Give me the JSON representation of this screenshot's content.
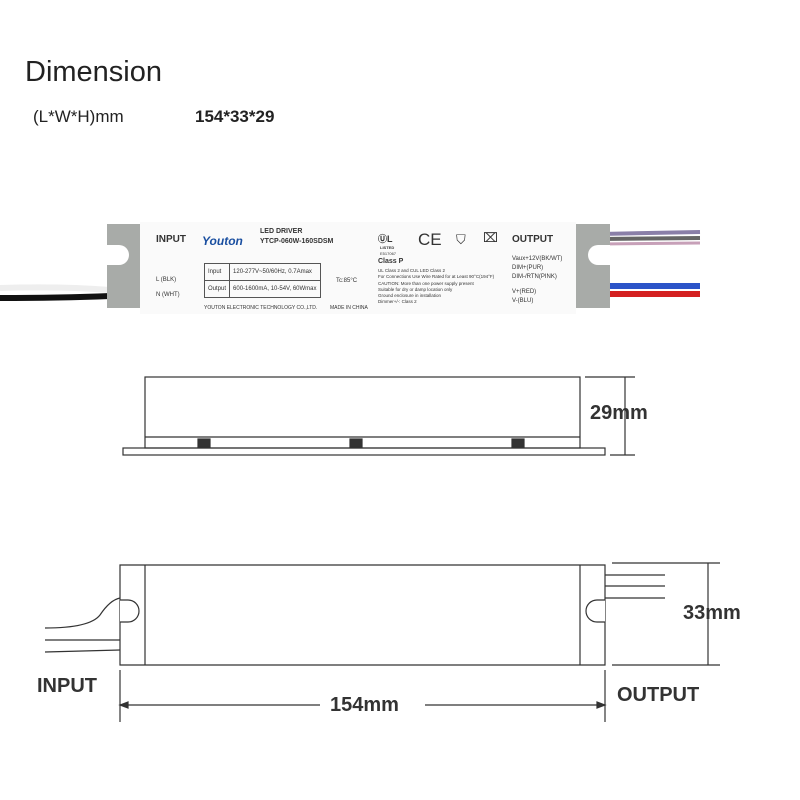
{
  "header": {
    "title": "Dimension",
    "dimension_label": "(L*W*H)mm",
    "dimension_value": "154*33*29"
  },
  "product_label": {
    "input_title": "INPUT",
    "brand": "Youton",
    "product_type": "LED DRIVER",
    "model": "YTCP-060W-160SDSM",
    "input_wires": [
      "L (BLK)",
      "N (WHT)"
    ],
    "spec_table": [
      {
        "name": "Input",
        "value": "120-277V~50/60Hz, 0.7Amax"
      },
      {
        "name": "Output",
        "value": "600-1600mA, 10-54V, 60Wmax"
      }
    ],
    "tc": "Tc:85°C",
    "manufacturer": "YOUTON ELECTRONIC TECHNOLOGY CO.,LTD.",
    "origin": "MADE IN CHINA",
    "cert_listed": "LISTED",
    "cert_number": "E517067",
    "class": "Class P",
    "notes": [
      "UL Class 2 and CUL LED Class 2",
      "For Connections Use Wire Rated for at Least 90°C(194°F)",
      "CAUTION: More than one power supply present",
      "Suitable for dry or damp location only",
      "Ground enclosure in installation",
      "Dimmer+/-: Class 2"
    ],
    "output_title": "OUTPUT",
    "output_wires": [
      "Vaux+12V(BK/WT)",
      "DIM+(PUR)",
      "DIM-/RTN(PINK)",
      "V+(RED)",
      "V-(BLU)"
    ]
  },
  "side_view": {
    "height_label": "29mm"
  },
  "top_view": {
    "width_label": "33mm",
    "length_label": "154mm",
    "input_label": "INPUT",
    "output_label": "OUTPUT"
  }
}
